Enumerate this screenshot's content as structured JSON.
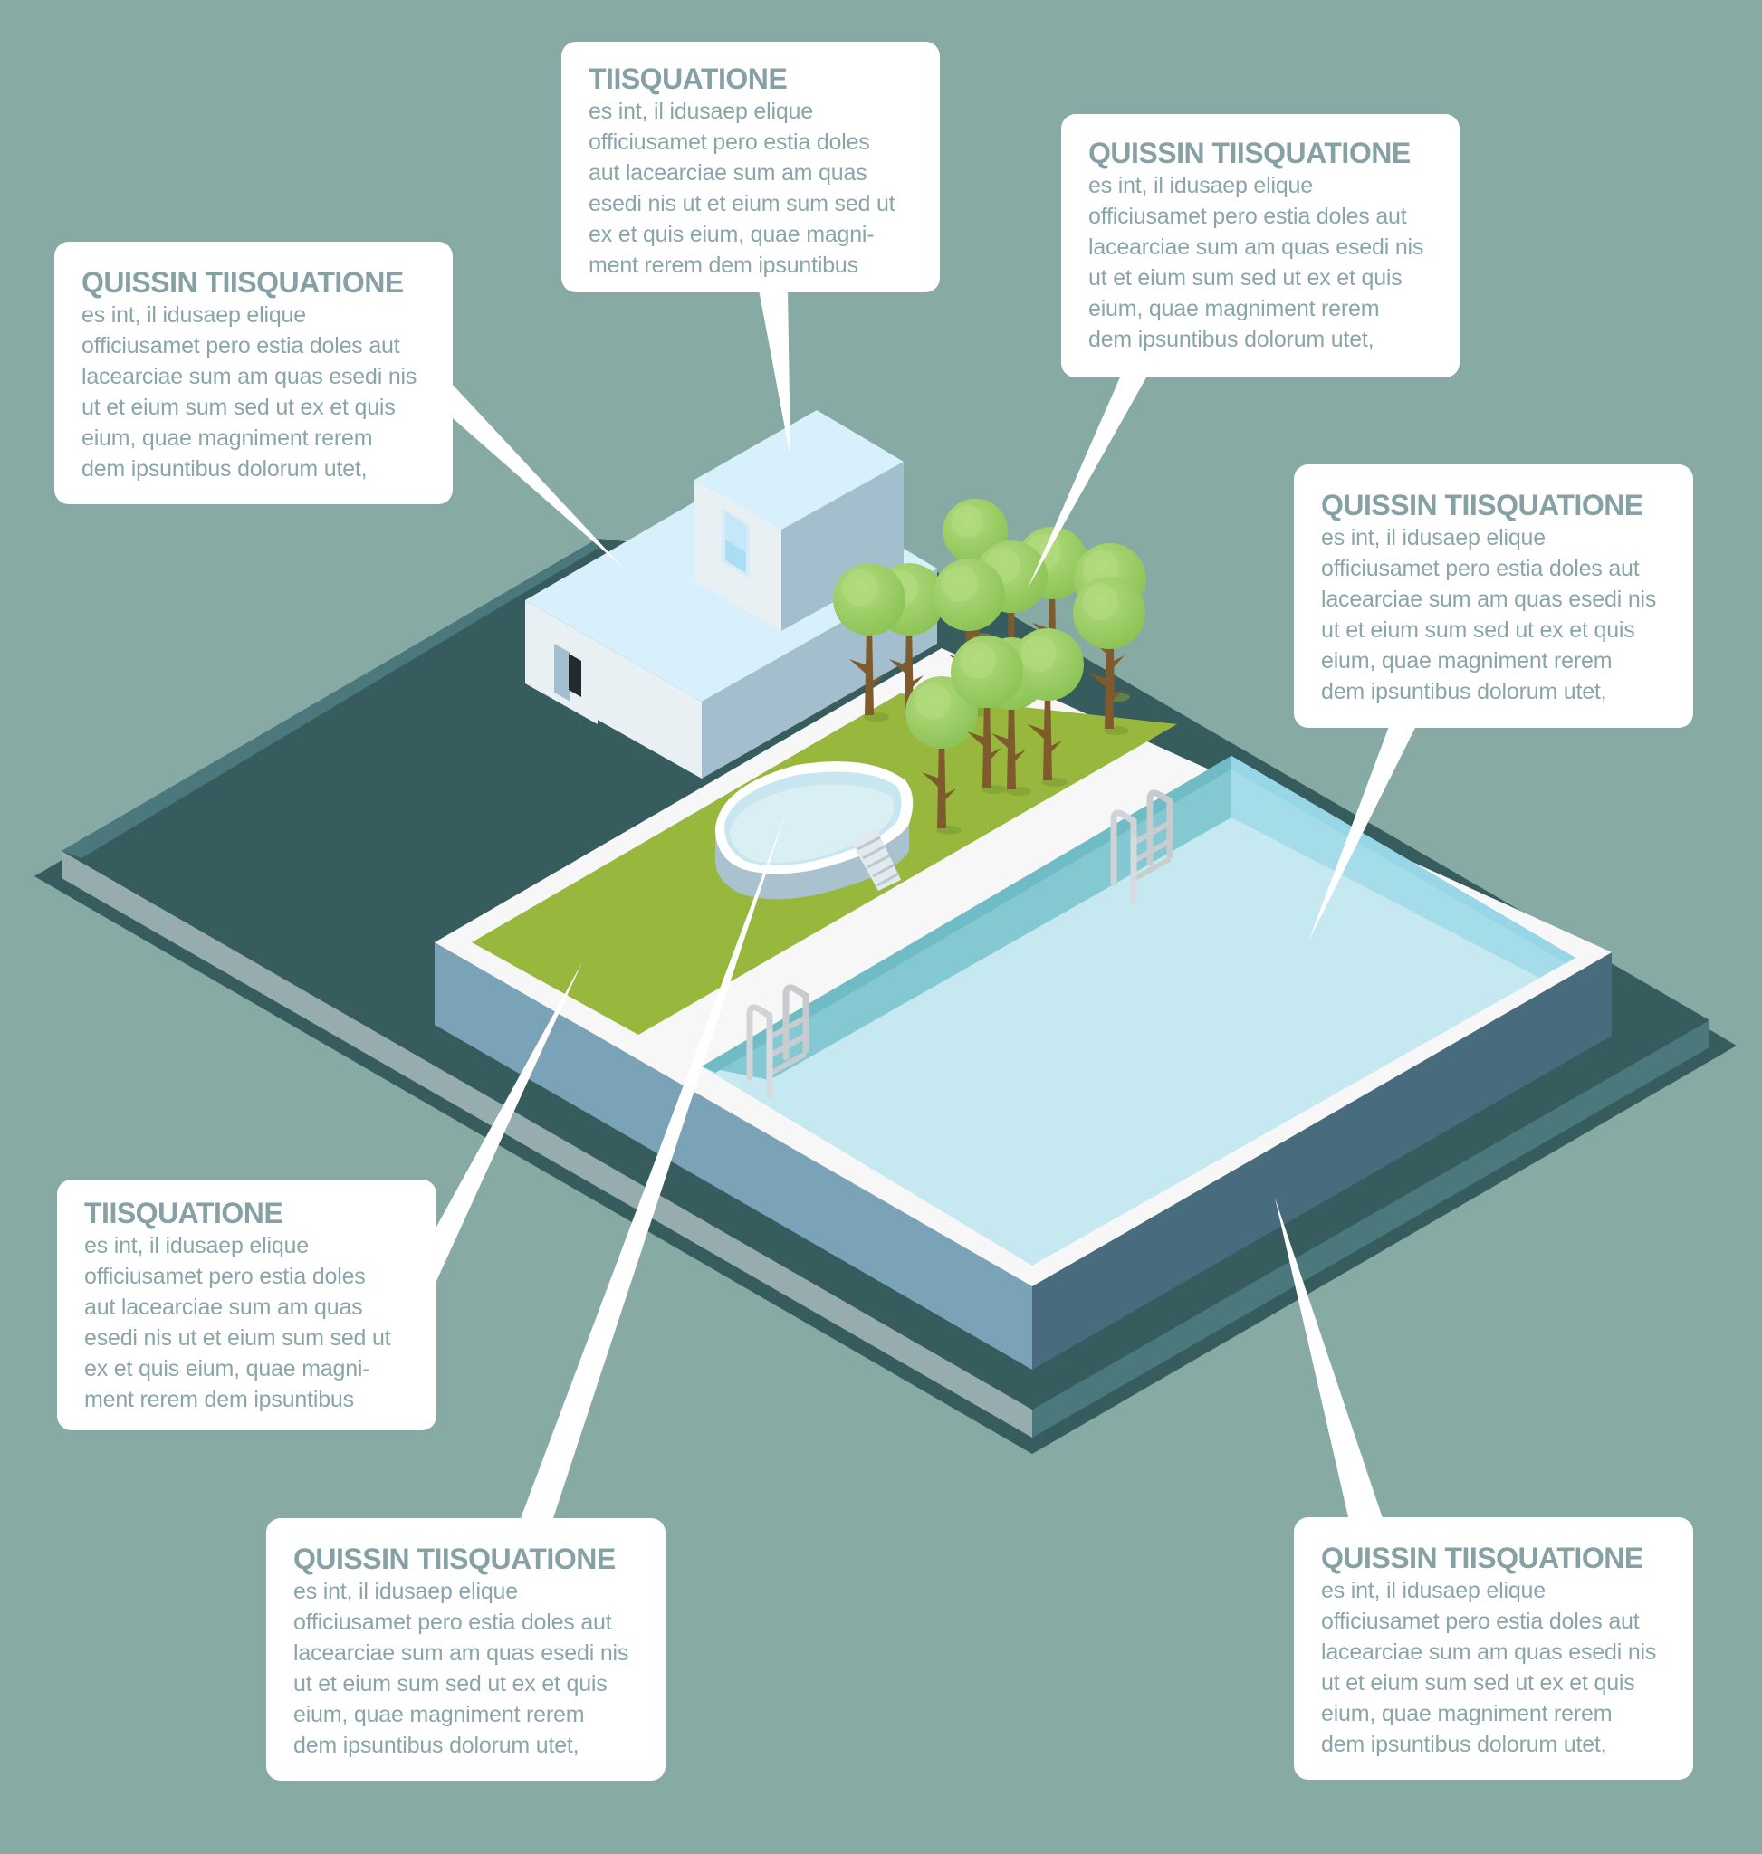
{
  "infographic": {
    "subject": "Isometric house with garden, small pool and large swimming pool",
    "colors": {
      "background": "#88aaa4",
      "platform_top": "#365c5d",
      "platform_edge_light": "#96acaf",
      "platform_edge_dark": "#4a787c",
      "house_roof": "#d8f0fb",
      "house_wall_light": "#e8f0f4",
      "house_wall_dark": "#a3bfcd",
      "lawn": "#97b83d",
      "deck": "#f7f7f7",
      "pool_block_left": "#7ba3b7",
      "pool_block_right": "#486b7e",
      "water": "#c6e9f1",
      "pool_wall": "#84c8d2",
      "pool_wall_far": "#a4dcea",
      "tree_foliage": "#98cc62",
      "tree_trunk": "#7f5a2d",
      "callout_bg": "#ffffff",
      "callout_text": "#86a1a6"
    }
  },
  "callouts": [
    {
      "id": "top",
      "points_to": "house-upper-floor",
      "title": "TIISQUATIONE",
      "lines": [
        "es int, il idusaep elique",
        "officiusamet pero estia doles",
        "aut lacearciae sum am quas",
        "esedi nis ut et eium sum sed ut",
        "ex et quis eium, quae magni-",
        "ment rerem dem ipsuntibus"
      ]
    },
    {
      "id": "left",
      "points_to": "house-roof",
      "title": "QUISSIN TIISQUATIONE",
      "lines": [
        "es int, il idusaep elique",
        "officiusamet pero estia doles aut",
        "lacearciae sum am quas esedi nis",
        "ut et eium sum sed ut ex et quis",
        "eium, quae magniment rerem",
        "dem ipsuntibus dolorum utet,"
      ]
    },
    {
      "id": "top-right",
      "points_to": "trees",
      "title": "QUISSIN TIISQUATIONE",
      "lines": [
        "es int, il idusaep elique",
        "officiusamet pero estia doles aut",
        "lacearciae sum am quas esedi nis",
        "ut et eium sum sed ut ex et quis",
        "eium, quae magniment rerem",
        "dem ipsuntibus dolorum utet,"
      ]
    },
    {
      "id": "right",
      "points_to": "pool-water",
      "title": "QUISSIN TIISQUATIONE",
      "lines": [
        "es int, il idusaep elique",
        "officiusamet pero estia doles aut",
        "lacearciae sum am quas esedi nis",
        "ut et eium sum sed ut ex et quis",
        "eium, quae magniment rerem",
        "dem ipsuntibus dolorum utet,"
      ]
    },
    {
      "id": "lower-left",
      "points_to": "lawn",
      "title": "TIISQUATIONE",
      "lines": [
        "es int, il idusaep elique",
        "officiusamet pero estia doles",
        "aut lacearciae sum am quas",
        "esedi nis ut et eium sum sed ut",
        "ex et quis eium, quae magni-",
        "ment rerem dem ipsuntibus"
      ]
    },
    {
      "id": "bottom-center",
      "points_to": "small-pool",
      "title": "QUISSIN TIISQUATIONE",
      "lines": [
        "es int, il idusaep elique",
        "officiusamet pero estia doles aut",
        "lacearciae sum am quas esedi nis",
        "ut et eium sum sed ut ex et quis",
        "eium, quae magniment rerem",
        "dem ipsuntibus dolorum utet,"
      ]
    },
    {
      "id": "bottom-right",
      "points_to": "pool-wall",
      "title": "QUISSIN TIISQUATIONE",
      "lines": [
        "es int, il idusaep elique",
        "officiusamet pero estia doles aut",
        "lacearciae sum am quas esedi nis",
        "ut et eium sum sed ut ex et quis",
        "eium, quae magniment rerem",
        "dem ipsuntibus dolorum utet,"
      ]
    }
  ]
}
